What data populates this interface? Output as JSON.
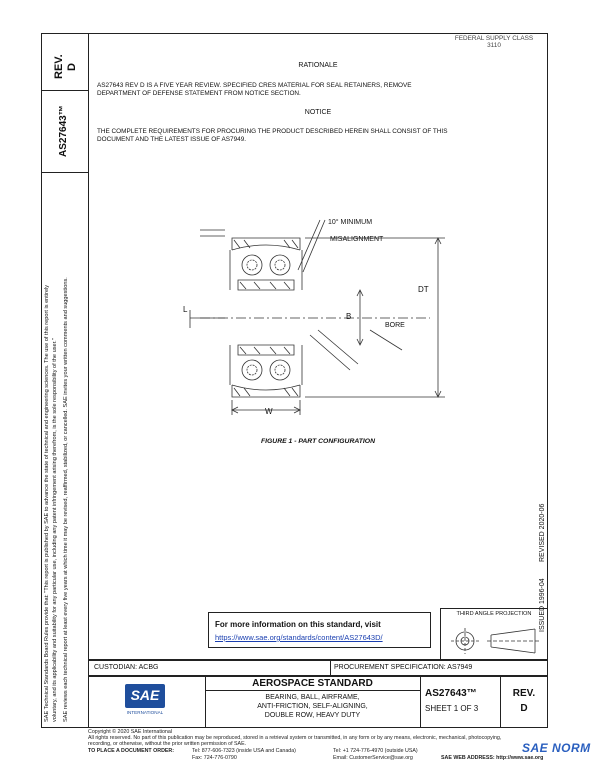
{
  "rev_box": {
    "label": "REV.",
    "value": "D"
  },
  "part_number_side": "AS27643™",
  "top_right_note": {
    "line1": "FEDERAL SUPPLY CLASS",
    "line2": "3110"
  },
  "rationale": {
    "heading": "RATIONALE",
    "text_line1": "AS27643 REV D IS A FIVE YEAR REVIEW. SPECIFIED CRES MATERIAL FOR SEAL RETAINERS, REMOVE",
    "text_line2": "DEPARTMENT OF DEFENSE STATEMENT FROM NOTICE SECTION."
  },
  "notice": {
    "heading": "NOTICE",
    "text_line1": "THE COMPLETE REQUIREMENTS FOR PROCURING THE PRODUCT DESCRIBED HEREIN SHALL CONSIST OF THIS",
    "text_line2": "DOCUMENT AND THE LATEST ISSUE OF AS7949."
  },
  "figure": {
    "caption": "FIGURE 1 - PART CONFIGURATION",
    "labels": {
      "tilt_note_1": "10° MINIMUM",
      "tilt_note_2": "MISALIGNMENT",
      "od_label": "DT",
      "bore_label": "B",
      "bore_note": "BORE",
      "width_label": "W",
      "width_left": "L"
    }
  },
  "left_disclaimer": {
    "line1": "SAE Technical Standards Board Rules provide that: \"This report is published by SAE to advance the state of technical and engineering sciences. The use of this report is entirely",
    "line2": "voluntary, and its applicability and suitability for any particular use, including any patent infringement arising therefrom, is the sole responsibility of the user.\"",
    "line3": "SAE reviews each technical report at least every five years at which time it may be revised, reaffirmed, stabilized, or cancelled. SAE invites your written comments and suggestions."
  },
  "right_dates": {
    "issued": "ISSUED 1996-04",
    "revised": "REVISED 2020-06"
  },
  "info_box": {
    "line1": "For more information on this standard, visit",
    "link": "https://www.sae.org/standards/content/AS27643D/"
  },
  "projection": {
    "label": "THIRD ANGLE PROJECTION"
  },
  "custodian": "CUSTODIAN: ACBG",
  "procurement": "PROCUREMENT SPECIFICATION: AS7949",
  "title_block": {
    "logo_text": "SAE",
    "logo_sub": "INTERNATIONAL",
    "standard_type": "AEROSPACE STANDARD",
    "title_line1": "BEARING, BALL, AIRFRAME,",
    "title_line2": "ANTI-FRICTION, SELF-ALIGNING,",
    "title_line3": "DOUBLE ROW, HEAVY DUTY",
    "part_number": "AS27643™",
    "sheet": "SHEET 1 OF 3",
    "rev_label": "REV.",
    "rev_value": "D"
  },
  "footer": {
    "copyright": "Copyright © 2020 SAE International",
    "rights": "All rights reserved. No part of this publication may be reproduced, stored in a retrieval system or transmitted, in any form or by any means, electronic, mechanical, photocopying,",
    "rights2": "recording, or otherwise, without the prior written permission of SAE.",
    "order_label": "TO PLACE A DOCUMENT ORDER:",
    "tel1": "Tel:  877-606-7323 (inside USA and Canada)",
    "fax": "Fax:  724-776-0790",
    "tel2": "Tel:  +1 724-776-4970 (outside USA)",
    "email": "Email:  CustomerService@sae.org",
    "web": "SAE WEB ADDRESS:   http://www.sae.org"
  },
  "watermark": "SAE NORM"
}
